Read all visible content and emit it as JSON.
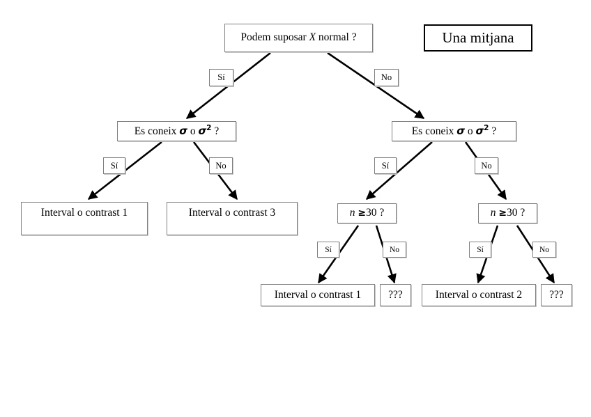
{
  "title_box": {
    "label": "Una mitjana"
  },
  "nodes": {
    "root": {
      "prefix": "Podem suposar ",
      "variable": "X",
      "suffix": " normal ?"
    },
    "sigma_left": {
      "prefix": "Es coneix ",
      "sigma": "σ",
      "middle": " o ",
      "sigma2": "σ",
      "exponent": "2",
      "suffix": " ?"
    },
    "sigma_right": {
      "prefix": "Es coneix ",
      "sigma": "σ",
      "middle": " o ",
      "sigma2": "σ",
      "exponent": "2",
      "suffix": " ?"
    },
    "n30_left": {
      "variable": "n",
      "operator": "≥",
      "value": "30",
      "suffix": " ?"
    },
    "n30_right": {
      "variable": "n",
      "operator": "≥",
      "value": "30",
      "suffix": " ?"
    },
    "leaf_ic1_left": {
      "label": "Interval o contrast 1"
    },
    "leaf_ic3": {
      "label": "Interval o contrast 3"
    },
    "leaf_ic1_bottom": {
      "label": "Interval o contrast 1"
    },
    "leaf_unknown_1": {
      "label": "???"
    },
    "leaf_ic2_bottom": {
      "label": "Interval o contrast 2"
    },
    "leaf_unknown_2": {
      "label": "???"
    }
  },
  "edge_labels": {
    "root_yes": "Sí",
    "root_no": "No",
    "sigma_left_yes": "Sí",
    "sigma_left_no": "No",
    "sigma_right_yes": "Sí",
    "sigma_right_no": "No",
    "n30_left_yes": "Sí",
    "n30_left_no": "No",
    "n30_right_yes": "Sí",
    "n30_right_no": "No"
  },
  "colors": {
    "box_border": "#808080",
    "box_shadow": "#c8c8c8",
    "edge": "#000000",
    "title_border": "#000000",
    "background": "#ffffff"
  }
}
